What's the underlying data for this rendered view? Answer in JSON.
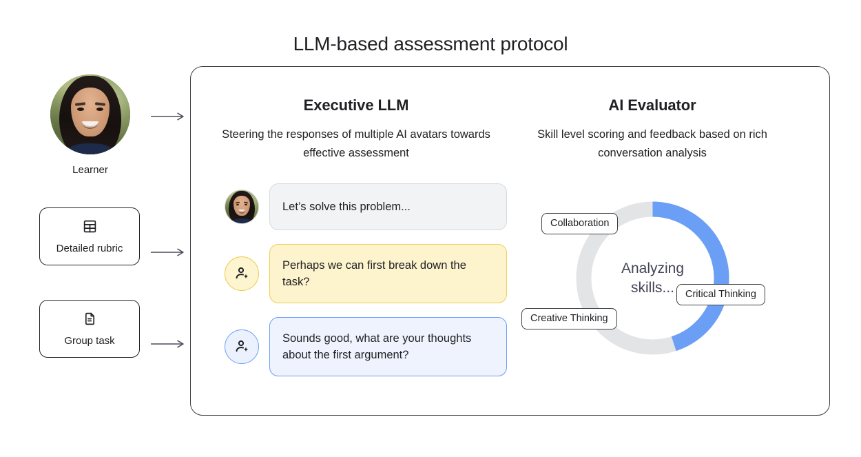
{
  "title": "LLM-based assessment protocol",
  "left_column": {
    "learner": {
      "label": "Learner",
      "avatar_icon": "learner-photo"
    },
    "cards": [
      {
        "label": "Detailed rubric",
        "icon": "table-grid-icon"
      },
      {
        "label": "Group task",
        "icon": "document-file-icon"
      }
    ],
    "arrows": [
      {
        "icon": "arrow-right-icon"
      },
      {
        "icon": "arrow-right-icon"
      },
      {
        "icon": "arrow-right-icon"
      }
    ]
  },
  "panel": {
    "executive": {
      "title": "Executive LLM",
      "subtitle": "Steering the responses of multiple AI avatars towards effective assessment",
      "messages": [
        {
          "speaker": "learner",
          "avatar_icon": "learner-photo-small",
          "style": "gray",
          "text": "Let’s solve this problem..."
        },
        {
          "speaker": "ai-avatar-yellow",
          "avatar_icon": "person-sparkle-icon",
          "style": "yellow",
          "text": "Perhaps we can first break down the task?"
        },
        {
          "speaker": "ai-avatar-blue",
          "avatar_icon": "person-sparkle-icon",
          "style": "blue",
          "text": "Sounds good, what are your thoughts about the first argument?"
        }
      ]
    },
    "evaluator": {
      "title": "AI Evaluator",
      "subtitle": "Skill level scoring and feedback based on rich conversation analysis",
      "status_text": "Analyzing skills...",
      "skills": [
        {
          "label": "Collaboration"
        },
        {
          "label": "Critical Thinking"
        },
        {
          "label": "Creative Thinking"
        }
      ],
      "progress": {
        "percent": 45,
        "track_color": "#e2e4e6",
        "fill_color": "#6b9ef5"
      }
    }
  },
  "colors": {
    "text": "#202124",
    "panel_border": "#3c4043",
    "accent_blue": "#6b9ef5",
    "accent_yellow": "#f1ce55",
    "bubble_gray": "#f1f3f4",
    "bubble_yellow": "#fdf3cd",
    "bubble_blue": "#eef3fd",
    "status_text": "#434456"
  }
}
